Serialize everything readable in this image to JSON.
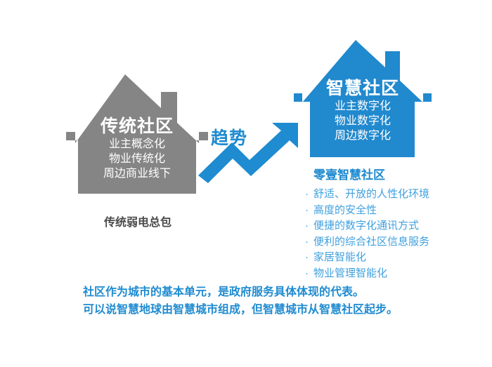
{
  "colors": {
    "gray_house": "#858585",
    "blue_house": "#2189CE",
    "blue_arrow": "#1F8BD0",
    "heading_blue": "#1F8BD0",
    "list_blue": "#3FA0DE",
    "caption_gray": "#4A4A4A",
    "background": "#FFFFFF"
  },
  "traditional": {
    "title": "传统社区",
    "lines": [
      "业主概念化",
      "物业传统化",
      "周边商业线下"
    ],
    "caption": "传统弱电总包"
  },
  "trend": {
    "label": "趋势",
    "arrow": "zigzag-up-right-arrow"
  },
  "smart": {
    "title": "智慧社区",
    "lines": [
      "业主数字化",
      "物业数字化",
      "周边数字化"
    ]
  },
  "features": {
    "heading": "零壹智慧社区",
    "bullet_glyph": "·",
    "items": [
      "舒适、开放的人性化环境",
      "高度的安全性",
      "便捷的数字化通讯方式",
      "便利的综合社区信息服务",
      "家居智能化",
      "物业管理智能化"
    ]
  },
  "footer": {
    "line1": "社区作为城市的基本单元，是政府服务具体体现的代表。",
    "line2": "可以说智慧地球由智慧城市组成，但智慧城市从智慧社区起步。"
  }
}
